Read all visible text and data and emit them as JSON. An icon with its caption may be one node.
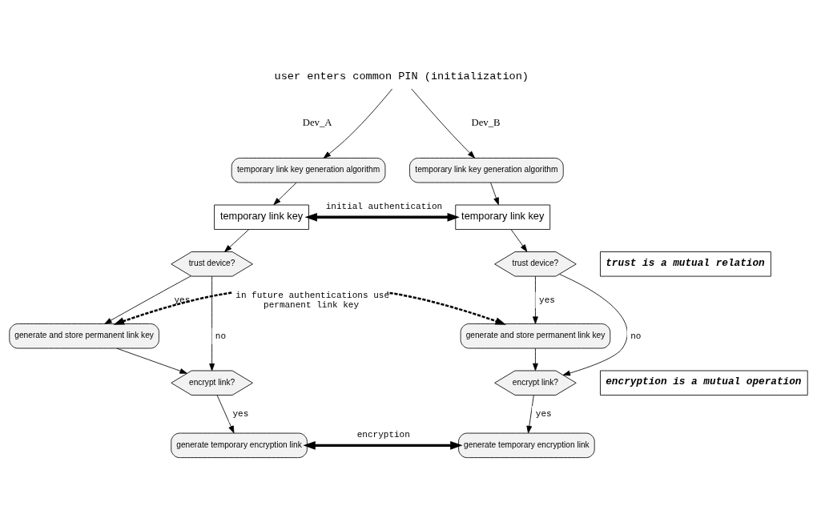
{
  "diagram": {
    "nodes": [
      {
        "text": [
          "user enters common PIN (initialization)"
        ]
      },
      {
        "text": [
          "temporary link key generation algorithm"
        ]
      },
      {
        "text": [
          "temporary link key generation algorithm"
        ]
      },
      {
        "text": [
          "temporary link key"
        ]
      },
      {
        "text": [
          "temporary link key"
        ]
      },
      {
        "text": [
          "trust device?"
        ]
      },
      {
        "text": [
          "trust device?"
        ]
      },
      {
        "text": [
          "trust is a mutual relation"
        ]
      },
      {
        "text": [
          "generate and store permanent link key"
        ]
      },
      {
        "text": [
          "generate and store permanent link key"
        ]
      },
      {
        "text": [
          "encrypt link?"
        ]
      },
      {
        "text": [
          "encryption is a mutual operation"
        ]
      },
      {
        "text": [
          "encrypt link?"
        ]
      },
      {
        "text": [
          "generate temporary encryption link"
        ]
      },
      {
        "text": [
          "generate temporary encryption link"
        ]
      }
    ],
    "edges": [
      {
        "from": 0,
        "to": 1,
        "arrow": "to"
      },
      {
        "from": 0,
        "to": 2,
        "arrow": "to"
      },
      {
        "from": 1,
        "to": 3,
        "arrow": "to"
      },
      {
        "from": 2,
        "to": 4,
        "arrow": "to"
      },
      {
        "from": 3,
        "to": 4,
        "arrow": "both",
        "label": "initial authentication",
        "style": "thick"
      },
      {
        "from": 3,
        "to": 5,
        "arrow": "to"
      },
      {
        "from": 4,
        "to": 6,
        "arrow": "to"
      },
      {
        "from": 5,
        "to": 8,
        "arrow": "to",
        "label": "yes"
      },
      {
        "from": 6,
        "to": 9,
        "arrow": "to",
        "label": "yes"
      },
      {
        "from": 5,
        "to": 10,
        "arrow": "to",
        "label": "no"
      },
      {
        "from": 6,
        "to": 12,
        "arrow": "to",
        "label": "no"
      },
      {
        "from": 8,
        "to": 9,
        "arrow": "both",
        "label": "in future authentications use permanent link key",
        "style": "dashed"
      },
      {
        "from": 8,
        "to": 10,
        "arrow": "to"
      },
      {
        "from": 9,
        "to": 12,
        "arrow": "to"
      },
      {
        "from": 10,
        "to": 13,
        "arrow": "to",
        "label": "yes"
      },
      {
        "from": 12,
        "to": 14,
        "arrow": "to",
        "label": "yes"
      },
      {
        "from": 13,
        "to": 14,
        "arrow": "both",
        "label": "encryption",
        "style": "thick"
      }
    ],
    "labels": [
      "Dev_A",
      "Dev_B"
    ]
  }
}
